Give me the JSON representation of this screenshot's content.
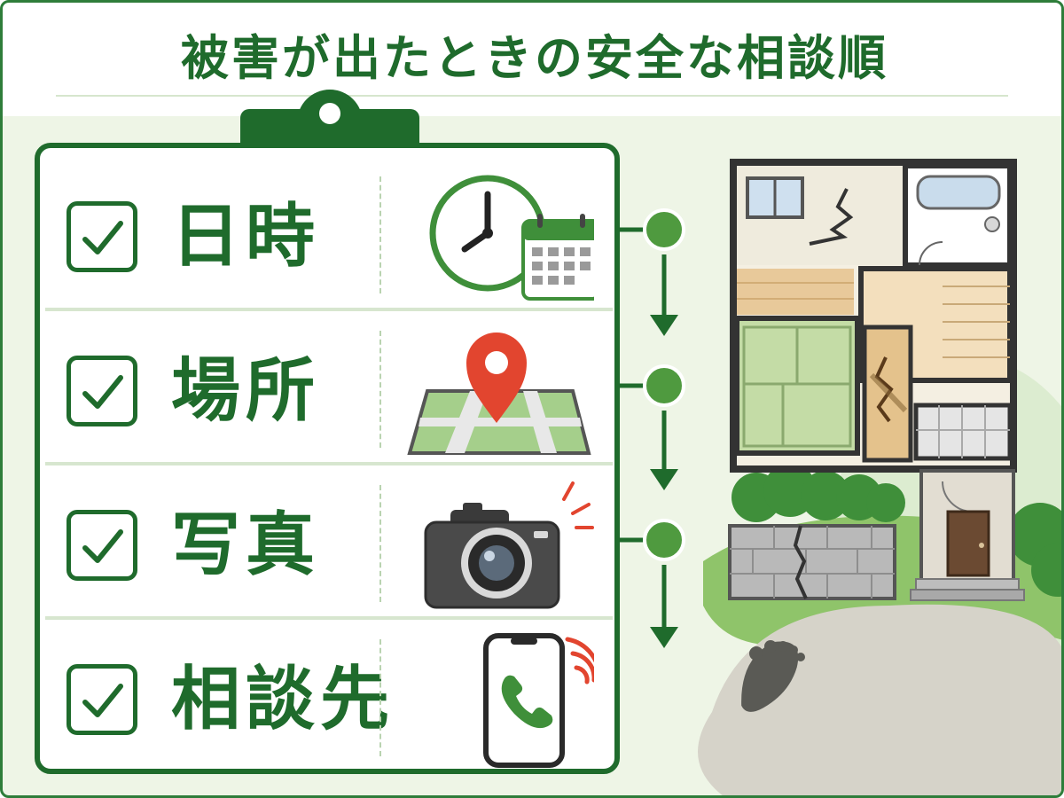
{
  "title": "被害が出たときの安全な相談順",
  "checklist": [
    {
      "label": "日時",
      "icon": "clock-calendar-icon"
    },
    {
      "label": "場所",
      "icon": "map-pin-icon"
    },
    {
      "label": "写真",
      "icon": "camera-icon"
    },
    {
      "label": "相談先",
      "icon": "smartphone-call-icon"
    }
  ],
  "colors": {
    "primary_green": "#1f6b2c",
    "accent_green": "#3f8f3a",
    "light_green": "#eef5e6",
    "pin_red": "#e2452f"
  }
}
